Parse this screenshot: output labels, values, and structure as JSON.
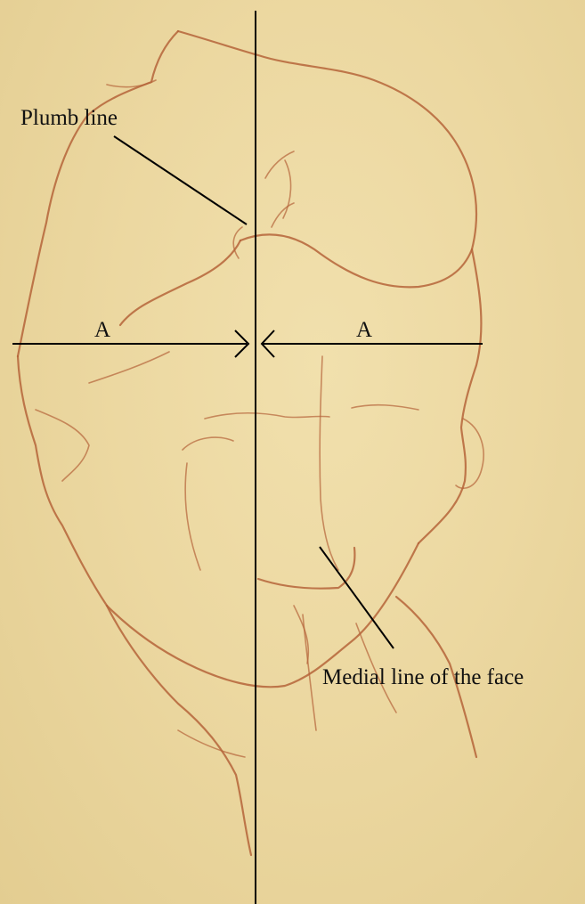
{
  "labels": {
    "plumb_line": "Plumb line",
    "distance_left": "A",
    "distance_right": "A",
    "medial_line": "Medial line of the face"
  },
  "colors": {
    "paper": "#ecd8a1",
    "sketch": "#b5643a",
    "annotation": "#000000"
  }
}
